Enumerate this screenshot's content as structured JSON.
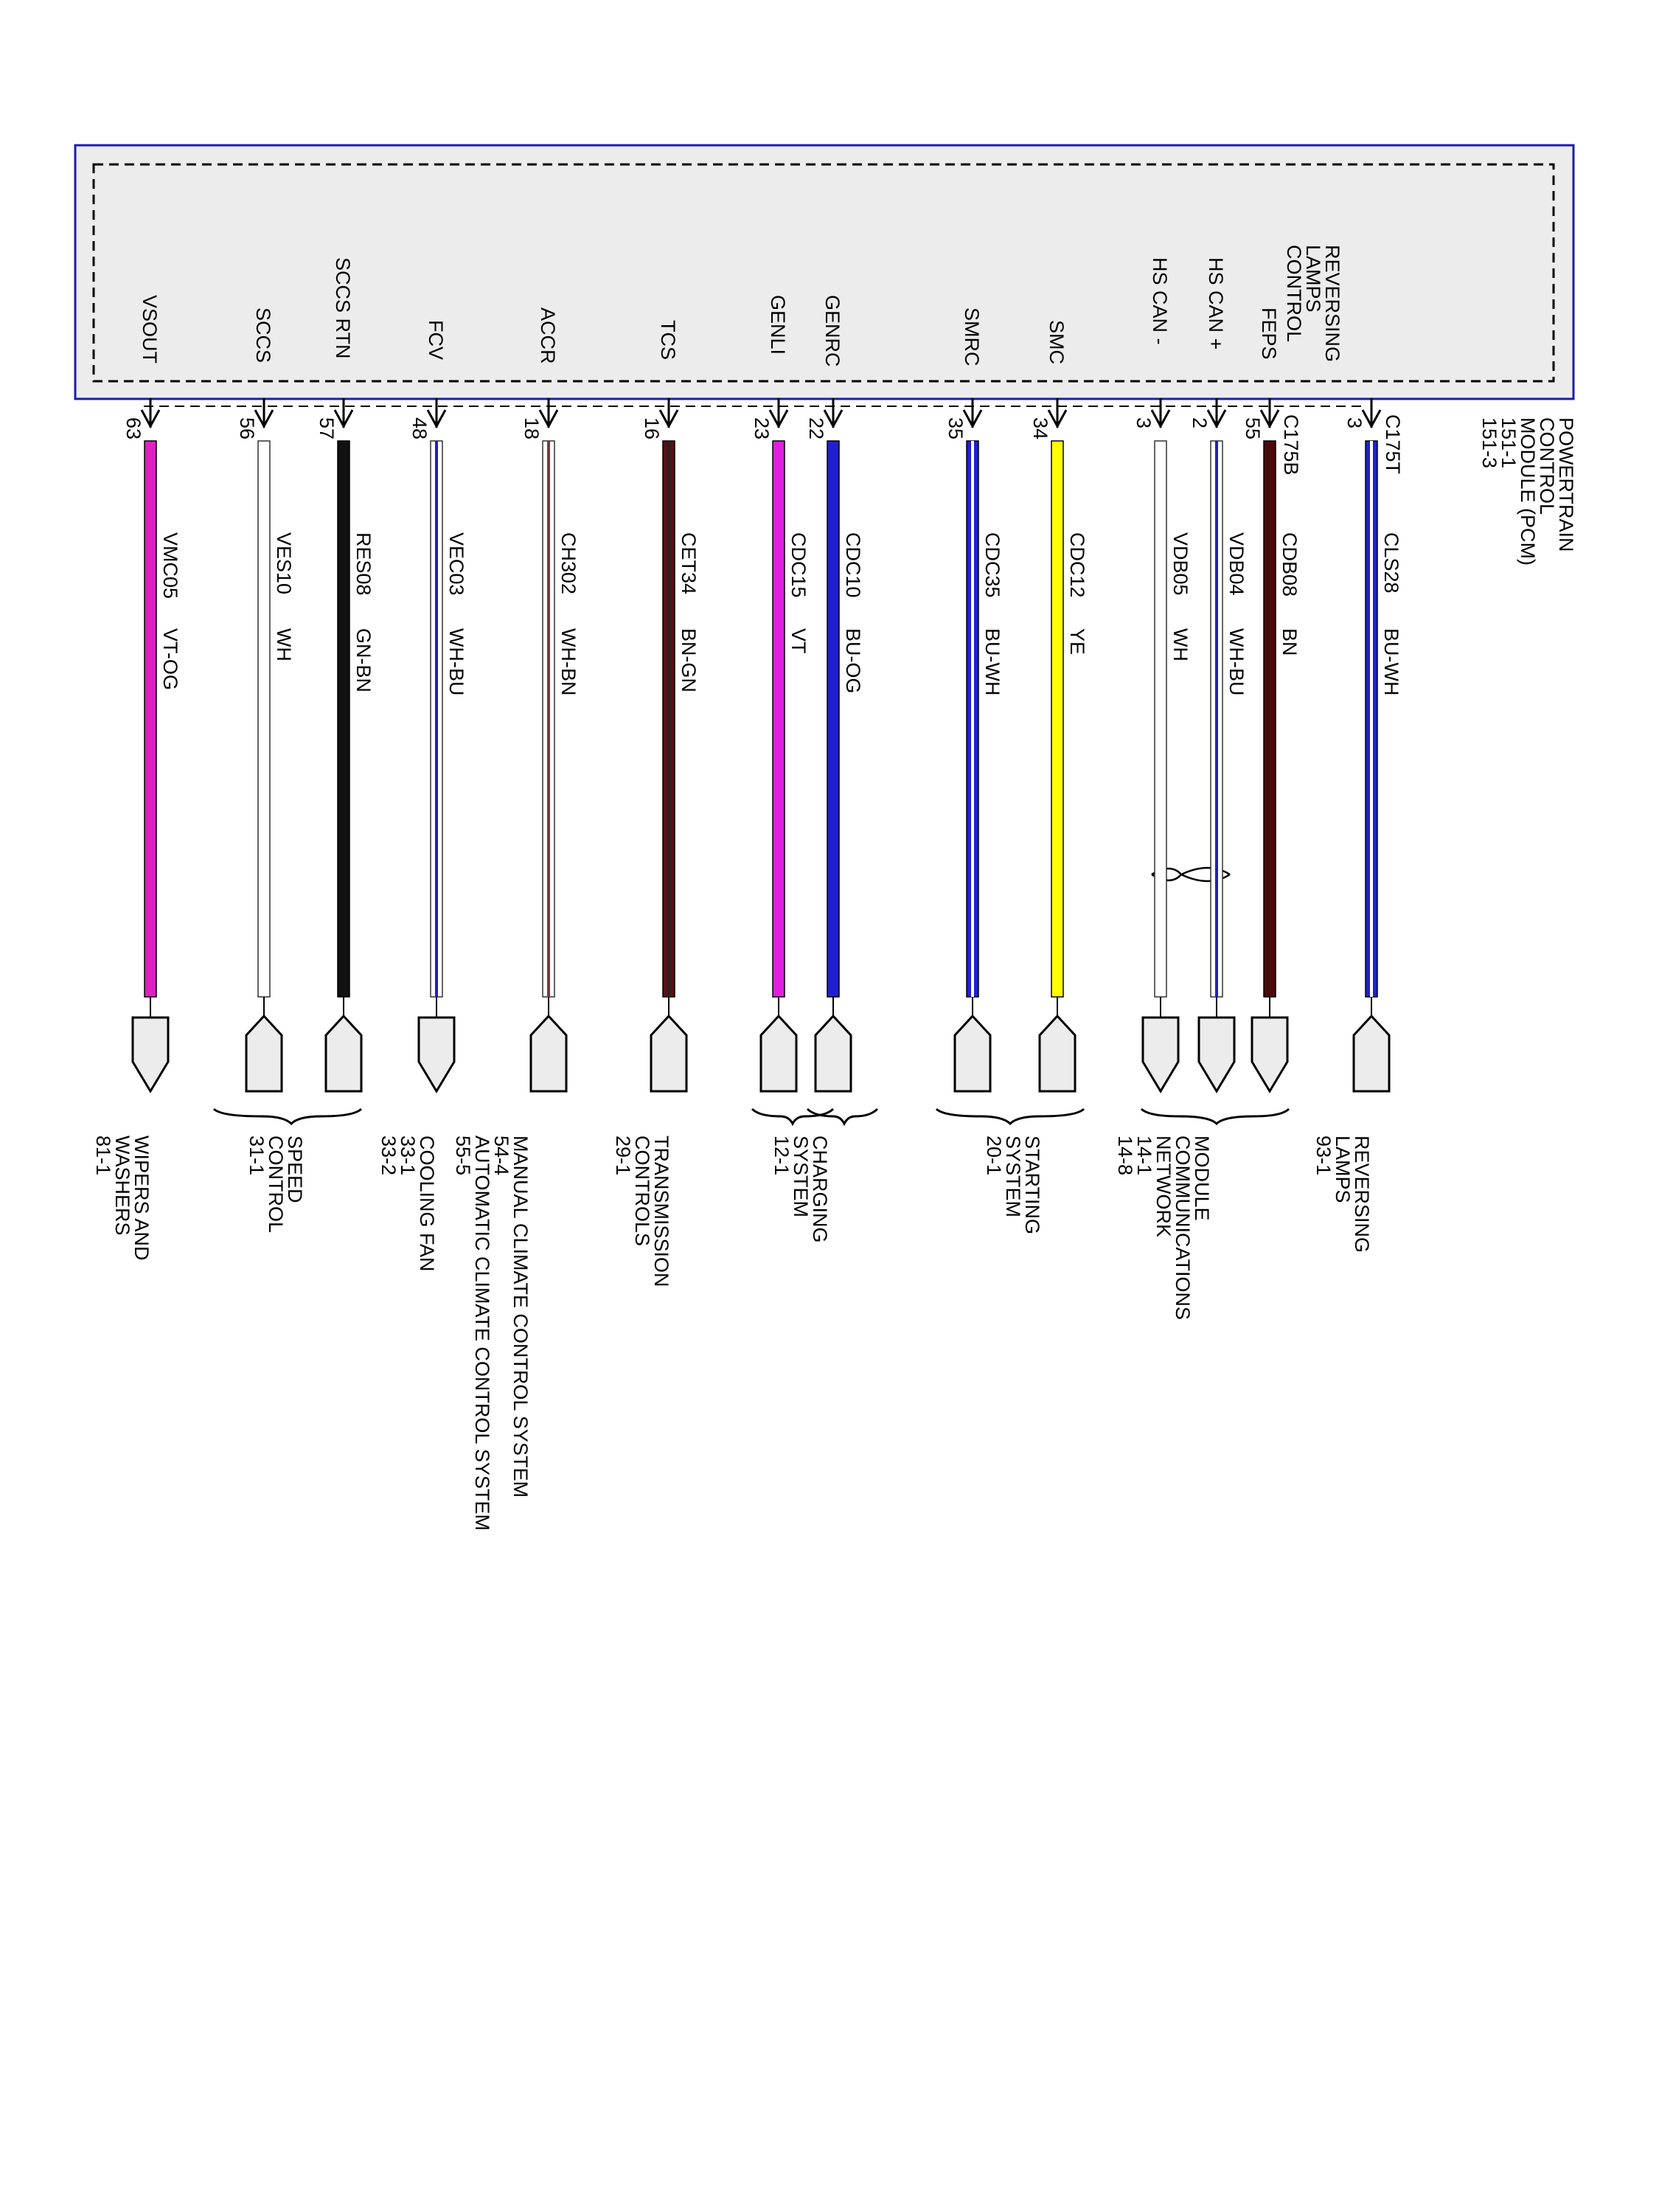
{
  "module": {
    "title_lines": [
      "POWERTRAIN",
      "CONTROL",
      "MODULE (PCM)",
      "151-1",
      "151-3"
    ]
  },
  "circuits": [
    {
      "signal": [
        "VSOUT"
      ],
      "connector": "",
      "pin": "63",
      "circuit": "VMC05",
      "color_code": "VT-OG",
      "wire": [
        "#e020c0"
      ],
      "dest": [
        "WIPERS AND",
        "WASHERS",
        "81-1"
      ]
    },
    {
      "signal": [
        "SCCS"
      ],
      "connector": "",
      "pin": "56",
      "circuit": "VES10",
      "color_code": "WH",
      "wire": [
        "#ffffff"
      ]
    },
    {
      "signal": [
        "SCCS RTN"
      ],
      "connector": "",
      "pin": "57",
      "circuit": "RES08",
      "color_code": "GN-BN",
      "wire": [
        "#111111"
      ],
      "dest": [
        "SPEED",
        "CONTROL",
        "31-1"
      ]
    },
    {
      "signal": [
        "FCV"
      ],
      "connector": "",
      "pin": "48",
      "circuit": "VEC03",
      "color_code": "WH-BU",
      "wire": [
        "#ffffff",
        "#2020c0"
      ],
      "dest": [
        "COOLING FAN",
        "33-1",
        "33-2"
      ]
    },
    {
      "signal": [
        "ACCR"
      ],
      "connector": "",
      "pin": "18",
      "circuit": "CH302",
      "color_code": "WH-BN",
      "wire": [
        "#ffffff",
        "#7a3a3a"
      ],
      "dest": [
        "MANUAL CLIMATE CONTROL SYSTEM",
        "54-4",
        "AUTOMATIC CLIMATE CONTROL SYSTEM",
        "55-5"
      ]
    },
    {
      "signal": [
        "TCS"
      ],
      "connector": "",
      "pin": "16",
      "circuit": "CET34",
      "color_code": "BN-GN",
      "wire": [
        "#5a1010",
        "#222222"
      ],
      "dest": [
        "TRANSMISSION",
        "CONTROLS",
        "29-1"
      ]
    },
    {
      "signal": [
        "GENLI"
      ],
      "connector": "",
      "pin": "23",
      "circuit": "CDC15",
      "color_code": "VT",
      "wire": [
        "#e020e0"
      ]
    },
    {
      "signal": [
        "GENRC"
      ],
      "connector": "",
      "pin": "22",
      "circuit": "CDC10",
      "color_code": "BU-OG",
      "wire": [
        "#2020d0"
      ],
      "dest": [
        "CHARGING",
        "SYSTEM",
        "12-1"
      ]
    },
    {
      "signal": [
        "SMRC"
      ],
      "connector": "",
      "pin": "35",
      "circuit": "CDC35",
      "color_code": "BU-WH",
      "wire": [
        "#2020d0",
        "#ffffff"
      ]
    },
    {
      "signal": [
        "SMC"
      ],
      "connector": "",
      "pin": "34",
      "circuit": "CDC12",
      "color_code": "YE",
      "wire": [
        "#ffff00"
      ],
      "dest": [
        "STARTING",
        "SYSTEM",
        "20-1"
      ]
    },
    {
      "signal": [
        "HS CAN -"
      ],
      "connector": "",
      "pin": "3",
      "circuit": "VDB05",
      "color_code": "WH",
      "wire": [
        "#ffffff"
      ]
    },
    {
      "signal": [
        "HS CAN +"
      ],
      "connector": "",
      "pin": "2",
      "circuit": "VDB04",
      "color_code": "WH-BU",
      "wire": [
        "#ffffff",
        "#2020c0"
      ],
      "dest": [
        "MODULE",
        "COMMUNICATIONS",
        "NETWORK",
        "14-1",
        "14-8"
      ]
    },
    {
      "signal": [
        "FEPS"
      ],
      "connector": "C175B",
      "pin": "55",
      "circuit": "CDB08",
      "color_code": "BN",
      "wire": [
        "#4a0a0a"
      ]
    },
    {
      "signal": [
        "REVERSING",
        "LAMPS",
        "CONTROL"
      ],
      "connector": "C175T",
      "pin": "3",
      "circuit": "CLS28",
      "color_code": "BU-WH",
      "wire": [
        "#2020d0",
        "#ffffff"
      ],
      "dest": [
        "REVERSING",
        "LAMPS",
        "93-1"
      ]
    }
  ]
}
